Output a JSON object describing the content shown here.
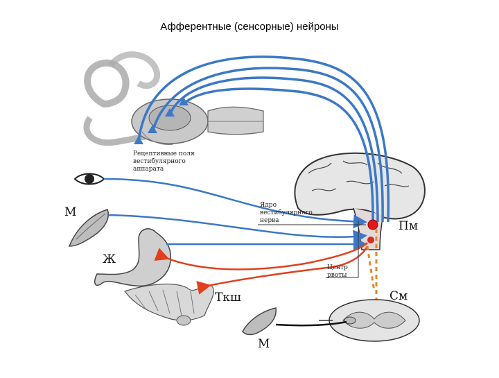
{
  "title": "Афферентные (сенсорные) нейроны",
  "labels": {
    "receptive_fields": [
      "Рецептивные поля",
      "вестибулярного",
      "аппарата"
    ],
    "vestibular_nucleus": [
      "Ядро",
      "вестибулярного",
      "нерва"
    ],
    "vomiting_center": [
      "Центр",
      "рвоты"
    ],
    "muscle_upper": "М",
    "muscle_lower": "М",
    "stomach": "Ж",
    "small_intestine": "Ткш",
    "medulla": "Пм",
    "spinal_cord": "См"
  },
  "colors": {
    "afferent_blue": "#3b78c8",
    "efferent_red": "#e0401e",
    "nucleus_red": "#e01818",
    "dashed_orange": "#e08a2a",
    "motor_black": "#111111"
  }
}
